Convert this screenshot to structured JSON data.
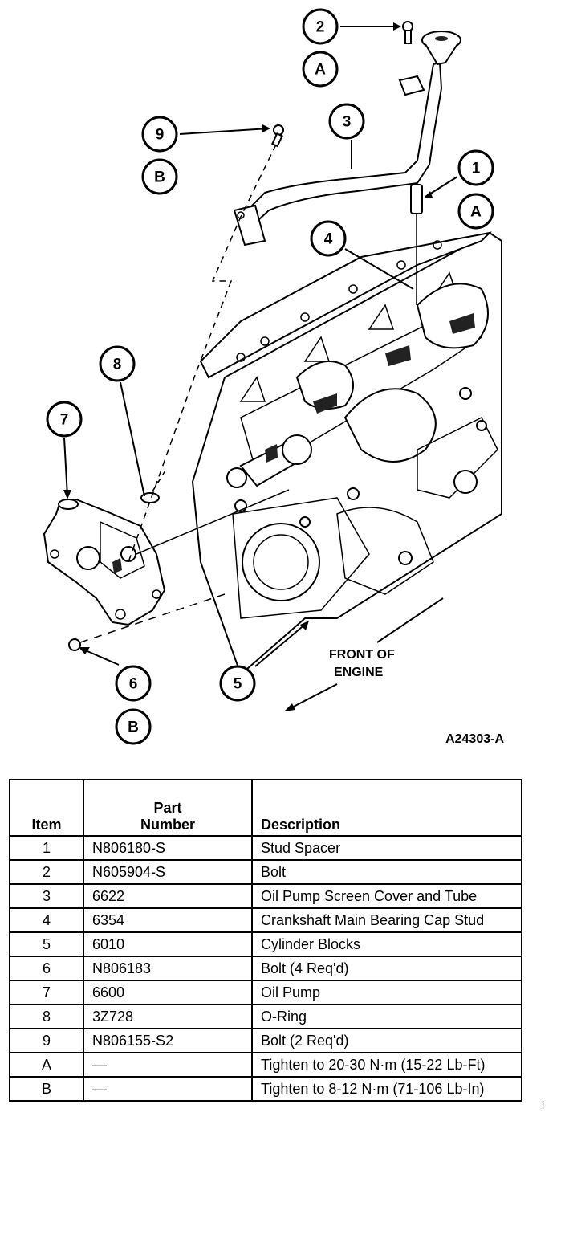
{
  "diagram": {
    "callouts": [
      {
        "id": "c2",
        "label": "2"
      },
      {
        "id": "cA1",
        "label": "A"
      },
      {
        "id": "c3",
        "label": "3"
      },
      {
        "id": "c9",
        "label": "9"
      },
      {
        "id": "cB1",
        "label": "B"
      },
      {
        "id": "c1",
        "label": "1"
      },
      {
        "id": "cA2",
        "label": "A"
      },
      {
        "id": "c4",
        "label": "4"
      },
      {
        "id": "c8",
        "label": "8"
      },
      {
        "id": "c7",
        "label": "7"
      },
      {
        "id": "c6",
        "label": "6"
      },
      {
        "id": "cB2",
        "label": "B"
      },
      {
        "id": "c5",
        "label": "5"
      }
    ],
    "front_label_line1": "FRONT OF",
    "front_label_line2": "ENGINE",
    "figure_id": "A24303-A"
  },
  "table": {
    "headers": {
      "item": "Item",
      "part_line1": "Part",
      "part_line2": "Number",
      "description": "Description"
    },
    "rows": [
      {
        "item": "1",
        "part": "N806180-S",
        "description": "Stud Spacer"
      },
      {
        "item": "2",
        "part": "N605904-S",
        "description": "Bolt"
      },
      {
        "item": "3",
        "part": "6622",
        "description": "Oil Pump Screen Cover and Tube"
      },
      {
        "item": "4",
        "part": "6354",
        "description": "Crankshaft Main Bearing Cap Stud"
      },
      {
        "item": "5",
        "part": "6010",
        "description": "Cylinder Blocks"
      },
      {
        "item": "6",
        "part": "N806183",
        "description": "Bolt (4 Req'd)"
      },
      {
        "item": "7",
        "part": "6600",
        "description": "Oil Pump"
      },
      {
        "item": "8",
        "part": "3Z728",
        "description": "O-Ring"
      },
      {
        "item": "9",
        "part": "N806155-S2",
        "description": "Bolt (2 Req'd)"
      },
      {
        "item": "A",
        "part": "—",
        "description": "Tighten to 20-30 N·m (15-22 Lb-Ft)"
      },
      {
        "item": "B",
        "part": "—",
        "description": "Tighten to 8-12 N·m (71-106 Lb-In)"
      }
    ]
  },
  "stray_mark": "i"
}
